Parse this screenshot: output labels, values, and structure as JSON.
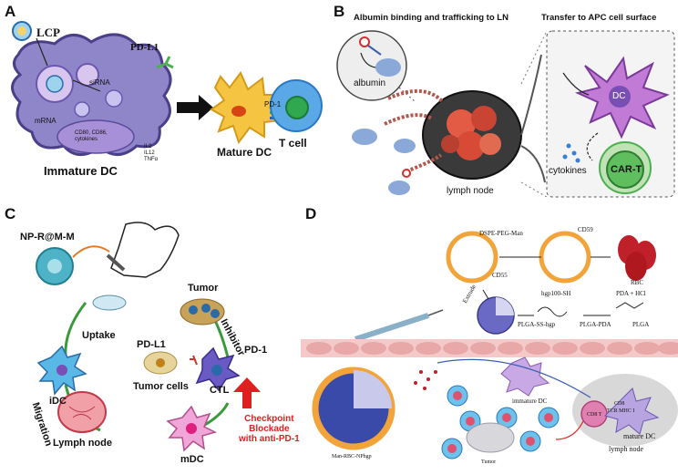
{
  "panels": {
    "a": {
      "label": "A",
      "lcp": "LCP",
      "pdl1": "PD-L1",
      "sirna": "siRNA",
      "mrna": "mRNA",
      "cd_markers": "CD80, CD86,\ncytokines",
      "cytokine_list": "IL2\nIL12\nTNFα",
      "pd1": "PD-1",
      "immature_dc": "Immature DC",
      "mature_dc": "Mature DC",
      "t_cell": "T cell"
    },
    "b": {
      "label": "B",
      "title_left": "Albumin binding and trafficking to LN",
      "title_right": "Transfer to APC cell surface",
      "albumin": "albumin",
      "lymph_node": "lymph node",
      "dc": "DC",
      "cytokines": "cytokines",
      "car_t": "CAR-T"
    },
    "c": {
      "label": "C",
      "np": "NP-R@M-M",
      "tumor": "Tumor",
      "uptake": "Uptake",
      "inhibitor": "Inhibitor",
      "pdl1": "PD-L1",
      "pd1": "PD-1",
      "idc": "iDC",
      "tumor_cells": "Tumor cells",
      "ctl": "CTL",
      "migration": "Migration",
      "checkpoint": "Checkpoint\nBlockade\nwith anti-PD-1",
      "lymph_node": "Lymph node",
      "mdc": "mDC"
    },
    "d": {
      "label": "D",
      "cd59": "CD59",
      "dspe": "DSPE-PEG-Man",
      "cd55": "CD55",
      "rbc": "RBC",
      "extrude": "Extrude",
      "hgp": "hgp100-SH",
      "pda_hcl": "PDA + HCl",
      "plga_ss": "PLGA-SS-hgp",
      "plga_pda": "PLGA-PDA",
      "plga": "PLGA",
      "immature_dc": "immature DC",
      "cd8": "CD8",
      "tcr": "TCR MHC I",
      "cd8t": "CD8 T",
      "mature_dc": "mature DC",
      "lymph_node": "lymph node",
      "man_rbc": "Man-RBC-NPhgp",
      "tumor": "Tumor"
    }
  },
  "colors": {
    "dc_purple": "#8e7cc3",
    "dc_dark": "#5b4a9b",
    "t_cell": "#4aa3e0",
    "green_arrow": "#3a9a3a",
    "red": "#e02020",
    "rbc": "#c0202a",
    "membrane": "#f2a33a",
    "pink_cells": "#f4c9c9"
  }
}
